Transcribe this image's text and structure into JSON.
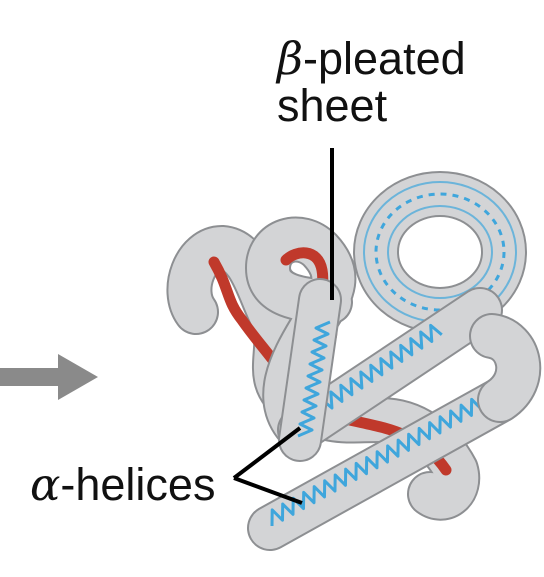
{
  "labels": {
    "beta": {
      "symbol": "β",
      "line1_rest": "-pleated",
      "line2": "sheet"
    },
    "alpha": {
      "symbol": "α",
      "rest": "-helices"
    }
  },
  "colors": {
    "background": "#ffffff",
    "arrow": "#8a8a8a",
    "tube_fill": "#d3d4d6",
    "tube_stroke": "#8d8f92",
    "beta_strand": "#c0392b",
    "alpha_helix": "#3fa6dc",
    "leader_line": "#000000"
  },
  "icons": {
    "input_arrow": "right-arrow-icon"
  }
}
